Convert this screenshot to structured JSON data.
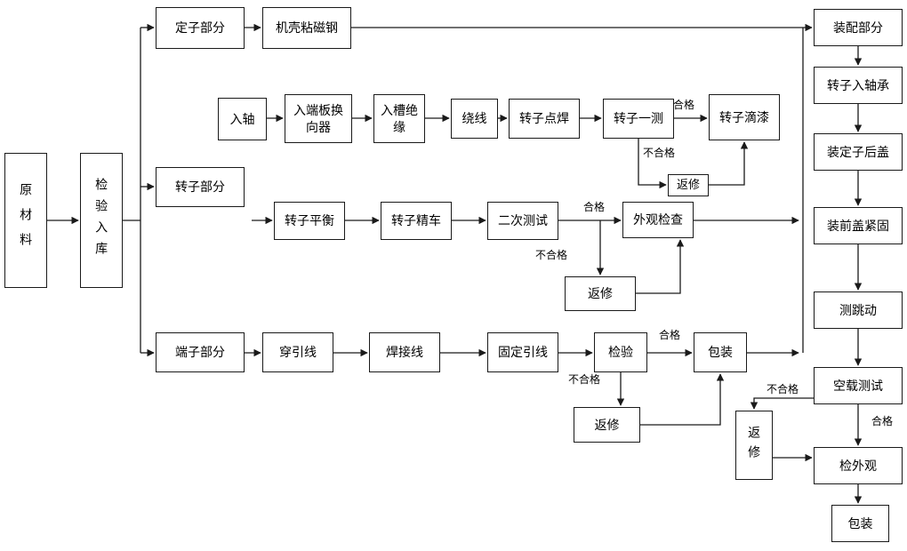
{
  "diagram": {
    "background": "#ffffff",
    "line_color": "#1a1a1a",
    "nodes": [
      {
        "id": "raw-material",
        "label": "原材料"
      },
      {
        "id": "inspection-warehousing",
        "label": "检验入库"
      },
      {
        "id": "stator-section",
        "label": "定子部分"
      },
      {
        "id": "casing-magnet-bonding",
        "label": "机壳粘磁钢"
      },
      {
        "id": "rotor-section",
        "label": "转子部分"
      },
      {
        "id": "shaft-insert",
        "label": "入轴"
      },
      {
        "id": "end-plate-commutator",
        "label": "入端板换向器"
      },
      {
        "id": "slot-insulation",
        "label": "入槽绝缘"
      },
      {
        "id": "winding",
        "label": "绕线"
      },
      {
        "id": "rotor-spot-weld",
        "label": "转子点焊"
      },
      {
        "id": "rotor-first-test",
        "label": "转子一测"
      },
      {
        "id": "rotor-varnish",
        "label": "转子滴漆"
      },
      {
        "id": "rework-rotor-test",
        "label": "返修"
      },
      {
        "id": "rotor-balance",
        "label": "转子平衡"
      },
      {
        "id": "rotor-precision-turning",
        "label": "转子精车"
      },
      {
        "id": "second-test",
        "label": "二次测试"
      },
      {
        "id": "appearance-inspection",
        "label": "外观检查"
      },
      {
        "id": "rework-second-test",
        "label": "返修"
      },
      {
        "id": "terminal-section",
        "label": "端子部分"
      },
      {
        "id": "thread-lead-wire",
        "label": "穿引线"
      },
      {
        "id": "solder-lead-wire",
        "label": "焊接线"
      },
      {
        "id": "fix-lead-wire",
        "label": "固定引线"
      },
      {
        "id": "inspection",
        "label": "检验"
      },
      {
        "id": "packaging-terminal",
        "label": "包装"
      },
      {
        "id": "rework-terminal",
        "label": "返修"
      },
      {
        "id": "assembly-section",
        "label": "装配部分"
      },
      {
        "id": "rotor-into-bearing",
        "label": "转子入轴承"
      },
      {
        "id": "install-stator-rear-cover",
        "label": "装定子后盖"
      },
      {
        "id": "install-front-cover-fastening",
        "label": "装前盖紧固"
      },
      {
        "id": "runout-test",
        "label": "测跳动"
      },
      {
        "id": "no-load-test",
        "label": "空载测试"
      },
      {
        "id": "rework-final",
        "label": "返修"
      },
      {
        "id": "appearance-check-final",
        "label": "检外观"
      },
      {
        "id": "packaging-final",
        "label": "包装"
      }
    ],
    "edge_labels": [
      {
        "id": "pass-rotor-first-test",
        "text": "合格"
      },
      {
        "id": "fail-rotor-first-test",
        "text": "不合格"
      },
      {
        "id": "pass-second-test",
        "text": "合格"
      },
      {
        "id": "fail-second-test",
        "text": "不合格"
      },
      {
        "id": "pass-inspection",
        "text": "合格"
      },
      {
        "id": "fail-inspection",
        "text": "不合格"
      },
      {
        "id": "fail-no-load-test",
        "text": "不合格"
      },
      {
        "id": "pass-no-load-test",
        "text": "合格"
      }
    ]
  }
}
